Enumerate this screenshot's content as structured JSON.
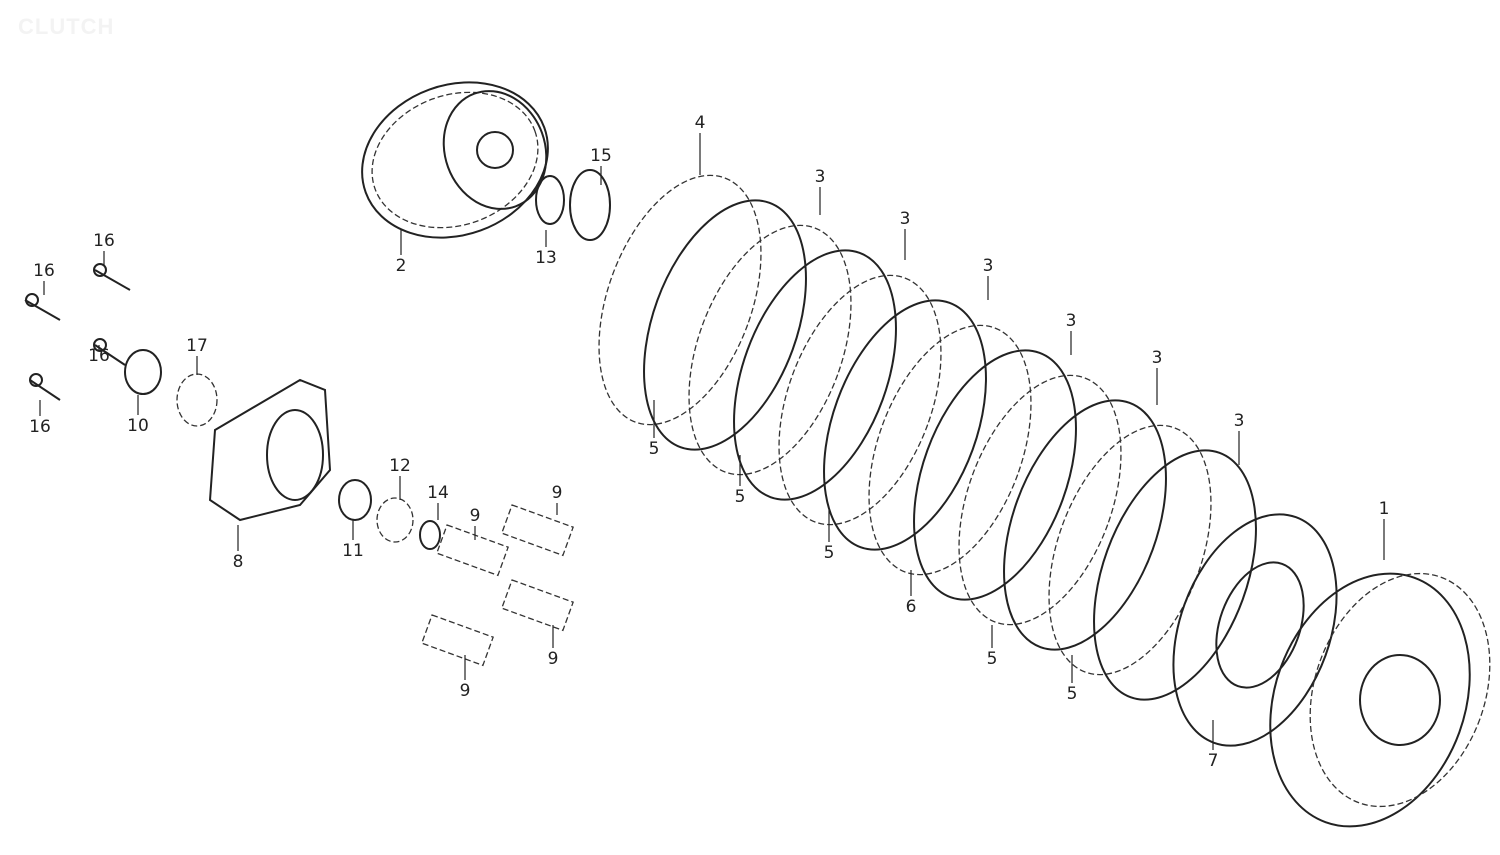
{
  "title": "CLUTCH",
  "callouts": [
    "4",
    "15",
    "3",
    "3",
    "3",
    "3",
    "3",
    "3",
    "1",
    "2",
    "13",
    "16",
    "16",
    "16",
    "16",
    "17",
    "10",
    "12",
    "14",
    "9",
    "9",
    "11",
    "8",
    "9",
    "9",
    "5",
    "5",
    "5",
    "6",
    "5",
    "5",
    "7"
  ]
}
